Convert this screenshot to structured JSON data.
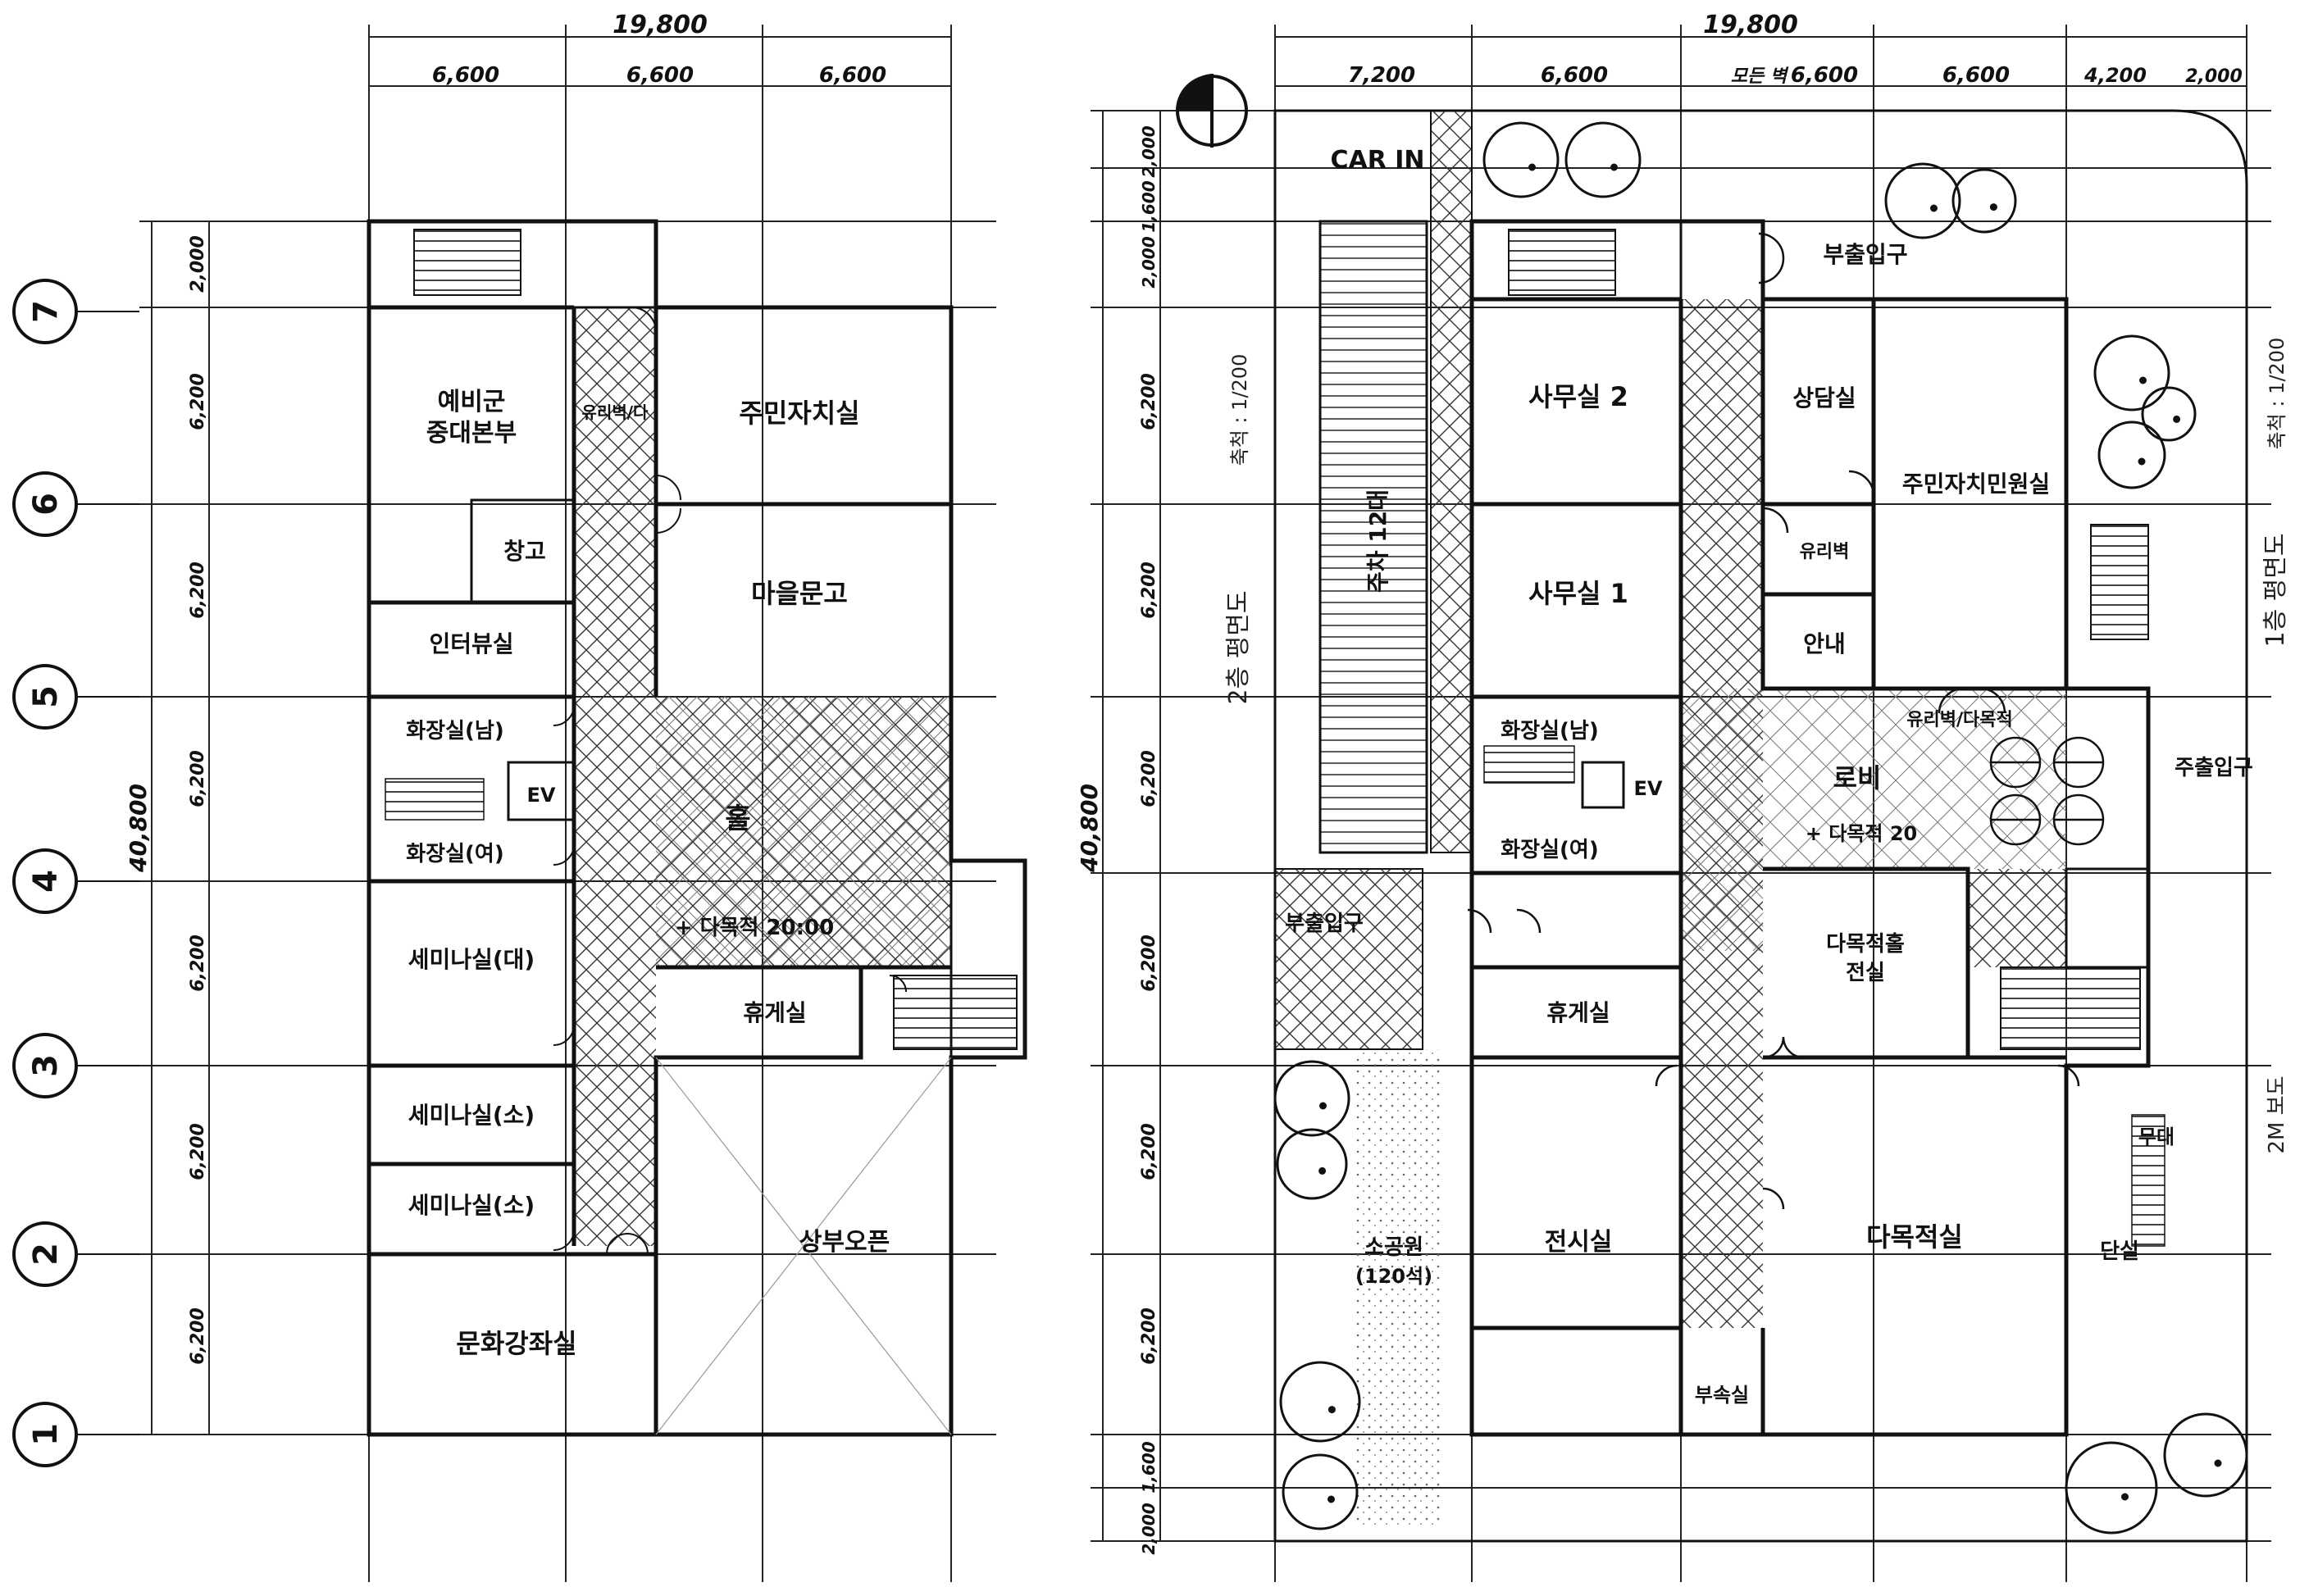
{
  "left_plan": {
    "dim_top_total": "19,800",
    "dim_top_bays": [
      "6,600",
      "6,600",
      "6,600"
    ],
    "dim_left_total": "40,800",
    "dim_left_bays": [
      "2,000",
      "6,200",
      "6,200",
      "6,200",
      "6,200",
      "6,200",
      "6,200"
    ],
    "axis_labels": [
      "7",
      "6",
      "5",
      "4",
      "3",
      "2",
      "1"
    ],
    "scale_title": "2층 평면도",
    "scale_text": "축척 : 1/200",
    "rooms": {
      "reserve": "예비군\n중대본부",
      "storage": "창고",
      "fitness": "주민자치실",
      "lounge_small": "유리벽/다",
      "village_archive": "마을문고",
      "interview": "인터뷰실",
      "toilet_m": "화장실(남)",
      "ev": "EV",
      "toilet_f": "화장실(여)",
      "hall": "홀",
      "seminar_l": "세미나실(대)",
      "elevation": "+ 다목적 20:00",
      "rest": "휴게실",
      "seminar_s1": "세미나실(소)",
      "seminar_s2": "세미나실(소)",
      "open_above": "상부오픈",
      "culture": "문화강좌실"
    }
  },
  "right_plan": {
    "dim_top_total": "19,800",
    "dim_top_bays": [
      "7,200",
      "6,600",
      "6,600",
      "6,600",
      "4,200",
      "2,000"
    ],
    "dim_top_note": "모든 벽",
    "dim_left_total": "40,800",
    "dim_left_top": [
      "2,000",
      "1,600",
      "2,000"
    ],
    "dim_left_bays": [
      "6,200",
      "6,200",
      "6,200",
      "6,200",
      "6,200",
      "6,200"
    ],
    "dim_left_bottom": [
      "1,600",
      "2,000"
    ],
    "scale_title": "1층 평면도",
    "scale_text": "축척 : 1/200",
    "sidewalk": "2M 보도",
    "rooms": {
      "car_in": "CAR IN",
      "parking": "주차 12대",
      "office2": "사무실 2",
      "office1": "사무실 1",
      "counsel": "상담실",
      "civil": "주민자치민원실",
      "glass": "유리벽",
      "info": "안내",
      "toilet_m": "화장실(남)",
      "ev": "EV",
      "toilet_f": "화장실(여)",
      "lobby": "로비",
      "lobby_level": "+ 다목적 20",
      "glass_wall": "유리벽/다목적",
      "sub_entrance_top": "부출입구",
      "main_entrance": "주출입구",
      "sub_entrance_left": "부출입구",
      "rest": "휴게실",
      "multi_front": "다목적홀\n전실",
      "garden": "소공원\n(120석)",
      "exhibit": "전시실",
      "multi": "다목적실",
      "utility": "부속실",
      "stage": "무대",
      "small": "단실"
    }
  }
}
